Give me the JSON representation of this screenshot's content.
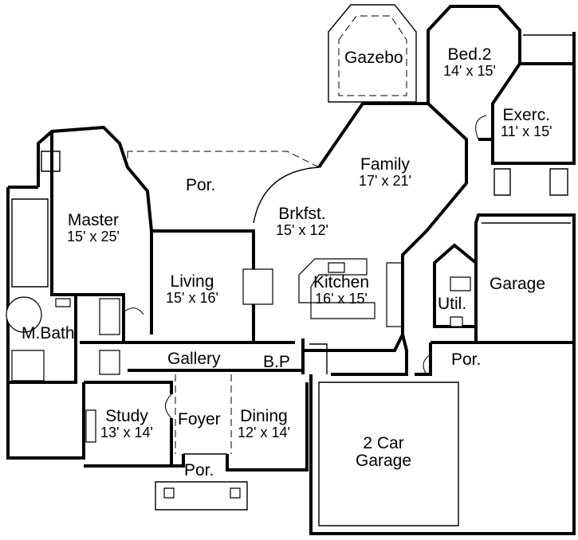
{
  "rooms": {
    "gazebo": {
      "name": "Gazebo"
    },
    "bed2": {
      "name": "Bed.2",
      "dims": "14' x 15'"
    },
    "exerc": {
      "name": "Exerc.",
      "dims": "11' x 15'"
    },
    "family": {
      "name": "Family",
      "dims": "17' x 21'"
    },
    "porch_back": {
      "name": "Por."
    },
    "master": {
      "name": "Master",
      "dims": "15' x 25'"
    },
    "brkfst": {
      "name": "Brkfst.",
      "dims": "15' x 12'"
    },
    "living": {
      "name": "Living",
      "dims": "15' x 16'"
    },
    "kitchen": {
      "name": "Kitchen",
      "dims": "16' x 15'"
    },
    "garage": {
      "name": "Garage"
    },
    "util": {
      "name": "Util."
    },
    "mbath": {
      "name": "M.Bath"
    },
    "gallery": {
      "name": "Gallery"
    },
    "bp": {
      "name": "B.P"
    },
    "porch_side": {
      "name": "Por."
    },
    "study": {
      "name": "Study",
      "dims": "13' x 14'"
    },
    "foyer": {
      "name": "Foyer"
    },
    "dining": {
      "name": "Dining",
      "dims": "12' x 14'"
    },
    "garage2": {
      "name": "2 Car",
      "dims": "Garage"
    },
    "porch_front": {
      "name": "Por."
    }
  }
}
